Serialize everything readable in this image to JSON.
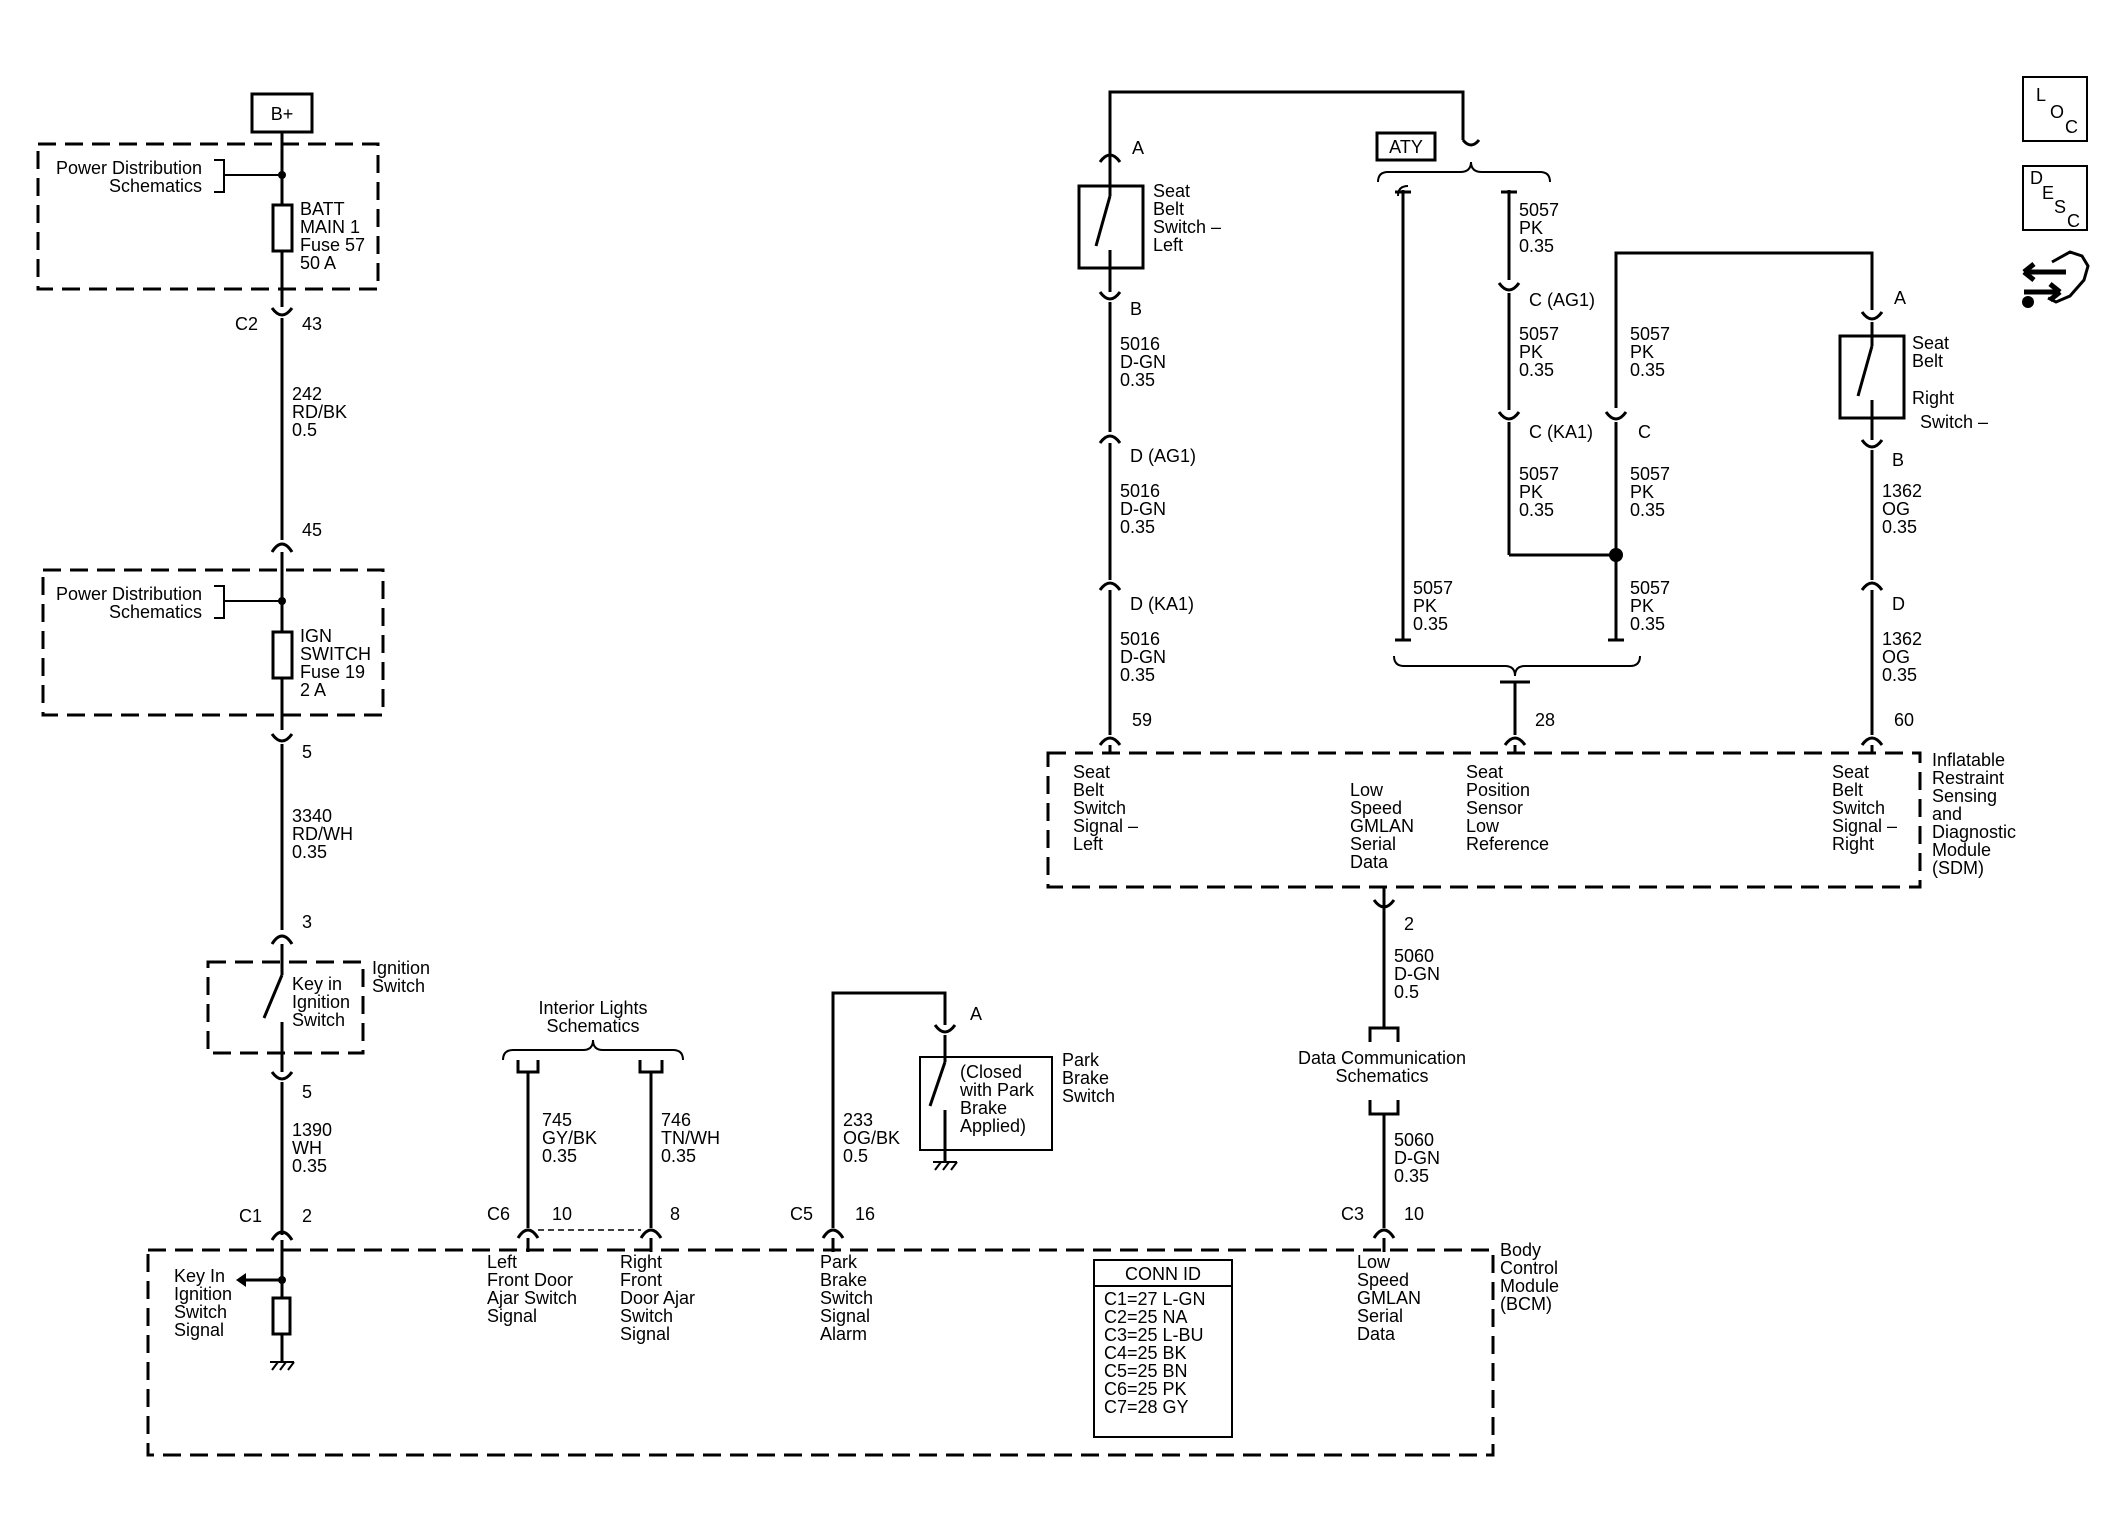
{
  "b_plus": "B+",
  "aty": "ATY",
  "side_icons": {
    "loc": [
      "L",
      "O",
      "C"
    ],
    "desc": [
      "D",
      "E",
      "S",
      "C"
    ],
    "nav_icon": "hands-arrows-icon"
  },
  "pds1": {
    "label": [
      "Power Distribution",
      "Schematics"
    ],
    "fuse": [
      "BATT",
      "MAIN 1",
      "Fuse 57",
      "50 A"
    ]
  },
  "pds2": {
    "label": [
      "Power Distribution",
      "Schematics"
    ],
    "fuse": [
      "IGN",
      "SWITCH",
      "Fuse 19",
      "2 A"
    ]
  },
  "c2": {
    "conn": "C2",
    "pin": "43"
  },
  "wire_242": [
    "242",
    "RD/BK",
    "0.5"
  ],
  "pin_45": "45",
  "pin_5a": "5",
  "wire_3340": [
    "3340",
    "RD/WH",
    "0.35"
  ],
  "pin_3": "3",
  "ign_switch": {
    "label": [
      "Ignition",
      "Switch"
    ],
    "inner": [
      "Key in",
      "Ignition",
      "Switch"
    ]
  },
  "pin_5b": "5",
  "wire_1390": [
    "1390",
    "WH",
    "0.35"
  ],
  "c1": {
    "conn": "C1",
    "pin": "2"
  },
  "interior_lights": [
    "Interior Lights",
    "Schematics"
  ],
  "wire_745": [
    "745",
    "GY/BK",
    "0.35"
  ],
  "wire_746": [
    "746",
    "TN/WH",
    "0.35"
  ],
  "c6": {
    "conn": "C6",
    "pin10": "10",
    "pin8": "8"
  },
  "park_brake": {
    "pin": "A",
    "label": [
      "Park",
      "Brake",
      "Switch"
    ],
    "inner": [
      "(Closed",
      "with Park",
      "Brake",
      "Applied)"
    ]
  },
  "wire_233": [
    "233",
    "OG/BK",
    "0.5"
  ],
  "c5": {
    "conn": "C5",
    "pin": "16"
  },
  "bcm": {
    "name": [
      "Body",
      "Control",
      "Module",
      "(BCM)"
    ],
    "key_in": [
      "Key In",
      "Ignition",
      "Switch",
      "Signal"
    ],
    "left_door": [
      "Left",
      "Front Door",
      "Ajar Switch",
      "Signal"
    ],
    "right_door": [
      "Right",
      "Front",
      "Door Ajar",
      "Switch",
      "Signal"
    ],
    "park_alarm": [
      "Park",
      "Brake",
      "Switch",
      "Signal",
      "Alarm"
    ],
    "gmlan": [
      "Low",
      "Speed",
      "GMLAN",
      "Serial",
      "Data"
    ]
  },
  "conn_id": {
    "title": "CONN ID",
    "rows": [
      "C1=27 L-GN",
      "C2=25 NA",
      "C3=25 L-BU",
      "C4=25 BK",
      "C5=25 BN",
      "C6=25 PK",
      "C7=28 GY"
    ]
  },
  "c3": {
    "conn": "C3",
    "pin": "10"
  },
  "wire_5060_upper": [
    "5060",
    "D-GN",
    "0.5"
  ],
  "wire_5060_lower": [
    "5060",
    "D-GN",
    "0.35"
  ],
  "data_comm": [
    "Data Communication",
    "Schematics"
  ],
  "sdm_pin2": "2",
  "sb_left": {
    "pinA": "A",
    "pinB": "B",
    "label": [
      "Seat",
      "Belt",
      "Switch –",
      "Left"
    ]
  },
  "wire_5016_1": [
    "5016",
    "D-GN",
    "0.35"
  ],
  "conn_d_ag1": "D (AG1)",
  "wire_5016_2": [
    "5016",
    "D-GN",
    "0.35"
  ],
  "conn_d_ka1": "D (KA1)",
  "wire_5016_3": [
    "5016",
    "D-GN",
    "0.35"
  ],
  "pin_59": "59",
  "wire_5057_a": [
    "5057",
    "PK",
    "0.35"
  ],
  "conn_c_ag1": "C (AG1)",
  "wire_5057_b": [
    "5057",
    "PK",
    "0.35"
  ],
  "conn_c_ka1": "C (KA1)",
  "wire_5057_c": [
    "5057",
    "PK",
    "0.35"
  ],
  "wire_5057_d": [
    "5057",
    "PK",
    "0.35"
  ],
  "conn_c": "C",
  "wire_5057_e": [
    "5057",
    "PK",
    "0.35"
  ],
  "wire_5057_f": [
    "5057",
    "PK",
    "0.35"
  ],
  "wire_5057_g": [
    "5057",
    "PK",
    "0.35"
  ],
  "pin_28": "28",
  "sb_right": {
    "pinA": "A",
    "pinB": "B",
    "label": [
      "Seat",
      "Belt"
    ],
    "label2": "Right",
    "label3": "Switch –"
  },
  "wire_1362_1": [
    "1362",
    "OG",
    "0.35"
  ],
  "conn_d": "D",
  "wire_1362_2": [
    "1362",
    "OG",
    "0.35"
  ],
  "pin_60": "60",
  "sdm": {
    "name": [
      "Inflatable",
      "Restraint",
      "Sensing",
      "and",
      "Diagnostic",
      "Module",
      "(SDM)"
    ],
    "sb_left": [
      "Seat",
      "Belt",
      "Switch",
      "Signal –",
      "Left"
    ],
    "gmlan": [
      "Low",
      "Speed",
      "GMLAN",
      "Serial",
      "Data"
    ],
    "seat_pos": [
      "Seat",
      "Position",
      "Sensor",
      "Low",
      "Reference"
    ],
    "sb_right": [
      "Seat",
      "Belt",
      "Switch",
      "Signal –",
      "Right"
    ]
  }
}
